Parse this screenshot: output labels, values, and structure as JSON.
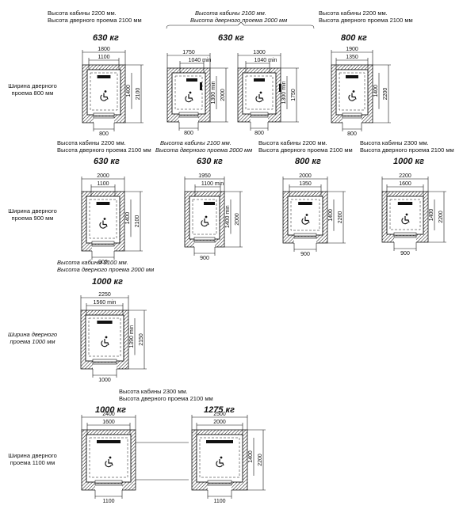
{
  "rows": {
    "r800": "Ширина дверного проема 800 мм",
    "r900": "Ширина дверного проема 900 мм",
    "r1000": "Ширина дверного проема 1000 мм",
    "r1100": "Ширина дверного проема 1100 мм"
  },
  "notes": {
    "n1": [
      "Высота кабины 2200 мм.",
      "Высота дверного проема 2100 мм"
    ],
    "n2": [
      "Высота кабины 2100 мм.",
      "Высота дверного проема 2000 мм"
    ],
    "n3": [
      "Высота кабины 2200 мм.",
      "Высота дверного проема 2100 мм"
    ],
    "n4": [
      "Высота кабины 2200 мм.",
      "Высота дверного проема 2100 мм"
    ],
    "n5": [
      "Высота кабины 2100 мм.",
      "Высота дверного проема 2000 мм"
    ],
    "n6": [
      "Высота кабины 2200 мм.",
      "Высота дверного проема 2100 мм"
    ],
    "n7": [
      "Высота кабины 2300 мм.",
      "Высота дверного проема 2100 мм"
    ],
    "n8": [
      "Высота кабины 2100 мм.",
      "Высота дверного проема 2000 мм"
    ],
    "n9": [
      "Высота кабины 2300 мм.",
      "Высота дверного проема 2100 мм"
    ]
  },
  "weights": {
    "w1": "630 кг",
    "w2": "630 кг",
    "w3": "800 кг",
    "w4": "630 кг",
    "w5": "630 кг",
    "w6": "800 кг",
    "w7": "1000 кг",
    "w8": "1000 кг",
    "w9": "1000 кг",
    "w10": "1275 кг"
  },
  "dims": {
    "a1": "1800",
    "a2": "1100",
    "a3": "1400",
    "a4": "2100",
    "a5": "800",
    "b1": "1750",
    "b2": "1040 min",
    "b3": "1300 min",
    "b4": "2000",
    "b5": "800",
    "c1": "1300",
    "c2": "1040 min",
    "c3": "1300 min",
    "c4": "1750",
    "c5": "800",
    "d1": "1900",
    "d2": "1350",
    "d3": "1400",
    "d4": "2200",
    "d5": "800",
    "e1": "2000",
    "e2": "1100",
    "e3": "1400",
    "e4": "2100",
    "e5": "900",
    "f1": "1950",
    "f2": "1100 min",
    "f3": "1400 min",
    "f4": "2000",
    "f5": "900",
    "g1": "2000",
    "g2": "1350",
    "g3": "1400",
    "g4": "2200",
    "g5": "900",
    "h1": "2200",
    "h2": "1600",
    "h3": "1400",
    "h4": "2200",
    "h5": "900",
    "i1": "2250",
    "i2": "1560 min",
    "i3": "1390 min",
    "i4": "2150",
    "i5": "1000",
    "j1": "2400",
    "j2": "1600",
    "j5": "1100",
    "k1": "2500",
    "k2": "2000",
    "k3": "1400",
    "k4": "2200",
    "k5": "1100"
  },
  "colors": {
    "ink": "#111111",
    "paper": "#ffffff"
  }
}
